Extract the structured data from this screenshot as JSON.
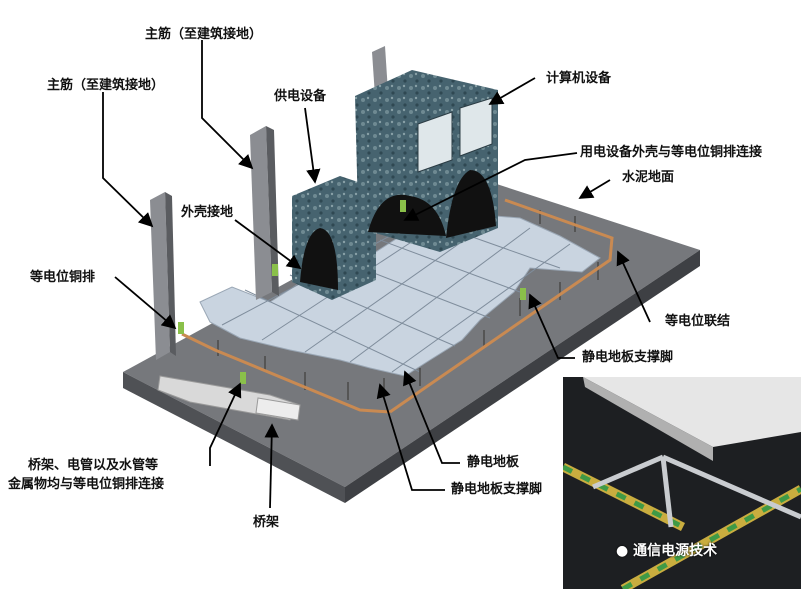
{
  "labels": {
    "main_rebar_1": "主筋（至建筑接地）",
    "main_rebar_2": "主筋（至建筑接地）",
    "power_equipment": "供电设备",
    "computer_equipment": "计算机设备",
    "casing_connect": "用电设备外壳与等电位铜排连接",
    "cement_floor": "水泥地面",
    "shell_ground": "外壳接地",
    "equipotential_copper_bar": "等电位铜排",
    "equipotential_bonding": "等电位联结",
    "floor_support_1": "静电地板支撑脚",
    "tray_connect_line1": "桥架、电管以及水管等",
    "tray_connect_line2": "金属物均与等电位铜排连接",
    "antistatic_floor": "静电地板",
    "floor_support_2": "静电地板支撑脚",
    "cable_tray": "桥架"
  },
  "watermark": "通信电源技术",
  "colors": {
    "slab": "#7d7f83",
    "floor_tile": "#c9d4e0",
    "copper": "#c98a52",
    "cabinet": "#3d5a66",
    "ground_bar": "#8ac04a"
  }
}
